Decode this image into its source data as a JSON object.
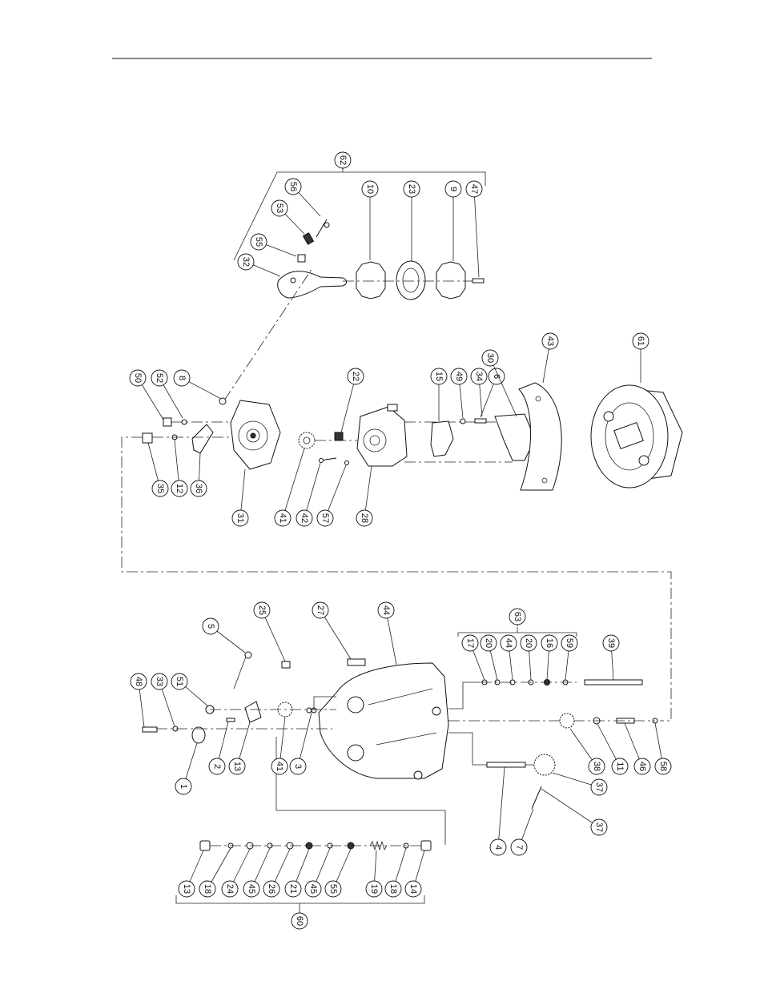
{
  "callouts": {
    "c62": "62",
    "c56": "56",
    "c53": "53",
    "c55": "55",
    "c32": "32",
    "c10": "10",
    "c23": "23",
    "c9": "9",
    "c47": "47",
    "c50": "50",
    "c52": "52",
    "c8": "8",
    "c22": "22",
    "c15": "15",
    "c49": "49",
    "c34": "34",
    "c6": "6",
    "c30": "30",
    "c43": "43",
    "c61": "61",
    "c35": "35",
    "c12": "12",
    "c36": "36",
    "c31": "31",
    "c41a": "41",
    "c42": "42",
    "c57": "57",
    "c28": "28",
    "c5": "5",
    "c25": "25",
    "c27": "27",
    "c44a": "44",
    "c63": "63",
    "c17": "17",
    "c20a": "20",
    "c44b": "44",
    "c20b": "20",
    "c16": "16",
    "c59": "59",
    "c39": "39",
    "c48": "48",
    "c33": "33",
    "c51": "51",
    "c1": "1",
    "c2": "2",
    "c13a": "13",
    "c41b": "41",
    "c3": "3",
    "c38": "38",
    "c11": "11",
    "c46": "46",
    "c58": "58",
    "c37a": "37",
    "c4": "4",
    "c7": "7",
    "c37b": "37",
    "c13b": "13",
    "c18a": "18",
    "c24": "24",
    "c45a": "45",
    "c26": "26",
    "c21": "21",
    "c45b": "45",
    "c55b": "55",
    "c19": "19",
    "c18b": "18",
    "c14": "14",
    "c60": "60"
  }
}
